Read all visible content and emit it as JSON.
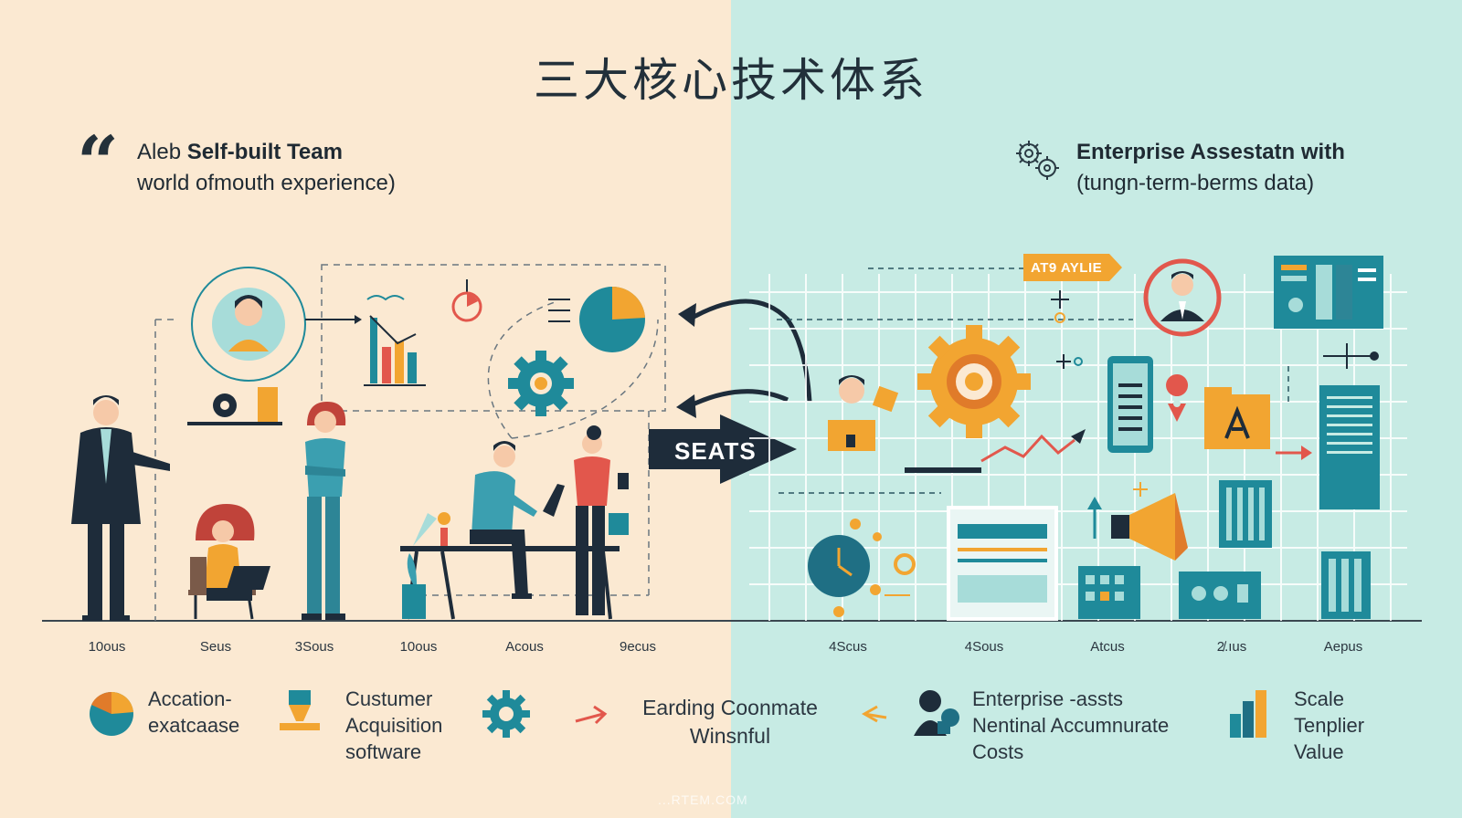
{
  "title": "三大核心技术体系",
  "left_header": {
    "prefix": "Aleb ",
    "bold": "Self-built Team",
    "line2": "world ofmouth experience)"
  },
  "right_header": {
    "line1": "Enterprise Assestatn with",
    "line2": "(tungn-term-berms data)"
  },
  "arrow_label": "SEATS",
  "tag_label": "AT9 AYLIE",
  "ticks": [
    "10ous",
    "Seus",
    "3Sous",
    "10ous",
    "Acous",
    "9ecus",
    "4Scus",
    "4Sous",
    "Atcus",
    "2̸.ıus",
    "Aepus"
  ],
  "legend": {
    "item1": [
      "Accation-",
      "exatcaase"
    ],
    "item2": [
      "Custumer",
      "Acquisition",
      "software"
    ],
    "center": [
      "Earding Coonmate",
      "Winsnful"
    ],
    "item4": [
      "Enterprise -assts",
      "Nentinal Accumnurate",
      "Costs"
    ],
    "item5": [
      "Scale",
      "Tenplier",
      "Value"
    ]
  },
  "watermark": "...RTEM.COM",
  "colors": {
    "teal": "#1f8a9a",
    "orange": "#f2a531",
    "navy": "#1e2c3a",
    "red": "#e2574c"
  }
}
